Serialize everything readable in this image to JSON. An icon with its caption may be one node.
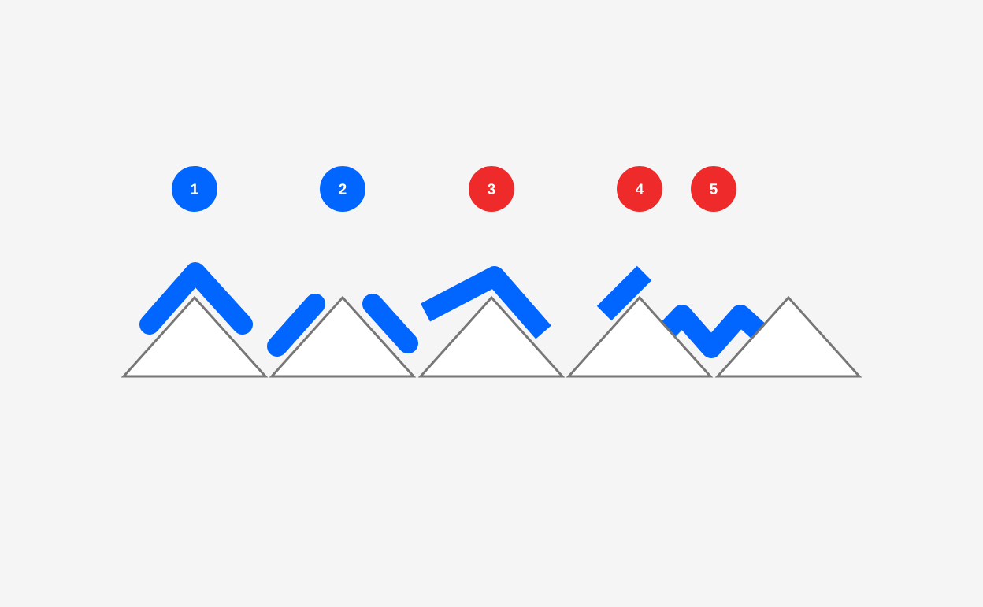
{
  "diagram": {
    "nodes": [
      {
        "text": [
          "1"
        ]
      },
      {
        "text": [
          "2"
        ]
      },
      {
        "text": [
          "3"
        ]
      },
      {
        "text": [
          "4"
        ]
      },
      {
        "text": [
          "5"
        ]
      }
    ],
    "edges": []
  }
}
